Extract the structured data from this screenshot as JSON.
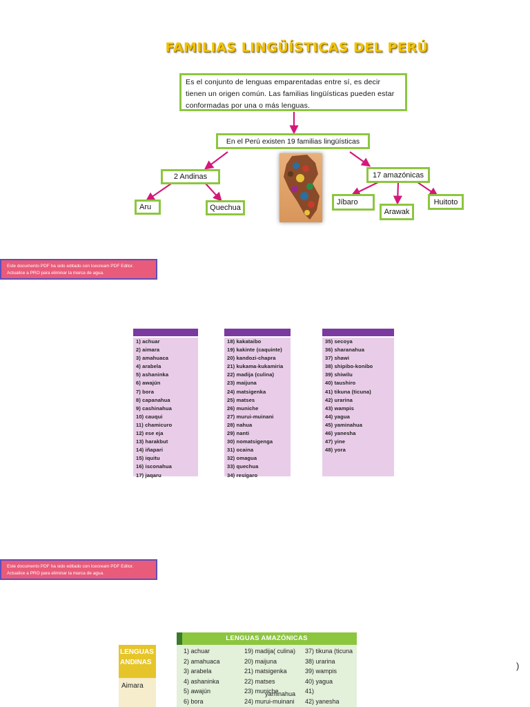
{
  "title": "FAMILIAS LINGÜÍSTICAS DEL PERÚ",
  "intro_text": "Es el conjunto de lenguas emparentadas entre sí, es decir tienen un origen común. Las familias lingüísticas pueden estar conformadas por una o más lenguas.",
  "peru_count": "En el Perú existen 19 familias lingüísticas",
  "andinas": {
    "label": "2 Andinas",
    "children": [
      "Aru",
      "Quechua"
    ]
  },
  "amazonicas": {
    "label": "17 amazónicas",
    "children": [
      "Jíbaro",
      "Arawak",
      "Huitoto"
    ]
  },
  "watermark": {
    "line1": "Este documento PDF ha sido editado con Icecream PDF Editor.",
    "line2": "Actualice a PRO para eliminar la marca de agua."
  },
  "columns": [
    [
      "1) achuar",
      "2) aimara",
      "3) amahuaca",
      "4) arabela",
      "5) ashaninka",
      "6) awajún",
      "7) bora",
      "8) capanahua",
      "9) cashinahua",
      "10) cauqui",
      "11) chamicuro",
      "12) ese eja",
      "13) harakbut",
      "14) iñapari",
      "15) iquitu",
      "16) isconahua",
      "17) jaqaru"
    ],
    [
      "18) kakataibo",
      "19) kakinte (caquinte)",
      "20) kandozi-chapra",
      "21) kukama-kukamiria",
      "22) madija (culina)",
      "23) maijuna",
      "24) matsigenka",
      "25) matses",
      "26) muniche",
      "27) murui-muinani",
      "28) nahua",
      "29) nanti",
      "30) nomatsigenga",
      "31) ocaina",
      "32) omagua",
      "33) quechua",
      "34) resígaro"
    ],
    [
      "35) secoya",
      "36) sharanahua",
      "37) shawi",
      "38) shipibo-konibo",
      "39) shiwilu",
      "40) taushiro",
      "41) tikuna (ticuna)",
      "42) urarina",
      "43) wampis",
      "44) yagua",
      "45) yaminahua",
      "46) yanesha",
      "47) yine",
      "48) yora"
    ]
  ],
  "table": {
    "andinas_header": "LENGUAS ANDINAS",
    "andinas_first": "Aimara",
    "amazonicas_header": "LENGUAS AMAZÓNICAS",
    "col1": [
      "1) achuar",
      "2) amahuaca",
      "3) arabela",
      "4) ashaninka",
      "5) awajún",
      "6) bora"
    ],
    "col2": [
      "19) madija( culina)",
      "20) maijuna",
      "21) matsigenka",
      "22) matses",
      "23) muniche",
      "24) murui-muinani"
    ],
    "col3": [
      "37) tikuna (ticuna",
      "38) urarina",
      "39) wampis",
      "40) yagua",
      "41)",
      "42) yanesha"
    ],
    "stray": "yaminahua",
    "paren": ")"
  }
}
